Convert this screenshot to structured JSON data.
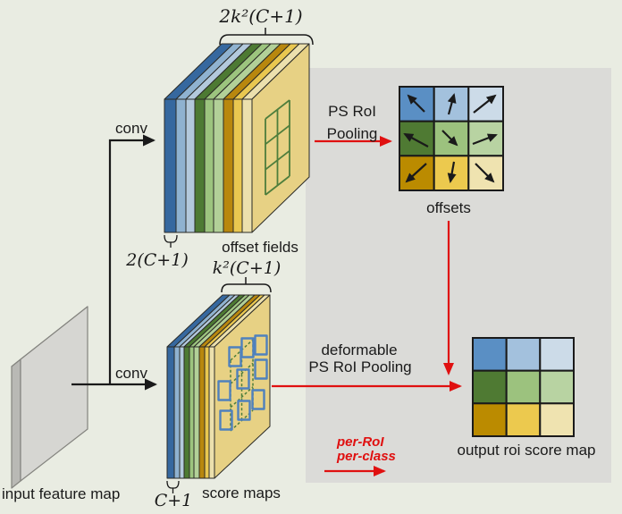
{
  "labels": {
    "top_stack_channels": "2k²(C+1)",
    "offset_fields": "offset fields",
    "offset_depth": "2(C+1)",
    "score_channels": "k²(C+1)",
    "score_maps": "score maps",
    "score_depth": "C+1",
    "input_feature_map": "input feature map",
    "conv_top": "conv",
    "conv_bottom": "conv",
    "ps_roi_line1": "PS RoI",
    "ps_roi_line2": "Pooling",
    "offsets": "offsets",
    "deformable_line1": "deformable",
    "deformable_line2": "PS RoI Pooling",
    "per_roi": "per-RoI",
    "per_class": "per-class",
    "output_map": "output roi score map"
  },
  "colors": {
    "background": "#e9ece2",
    "panel": "#dbdbd8",
    "red": "#e01010",
    "black": "#1a1a1a",
    "outline": "#2a2a26",
    "stack_face": "#e7d184",
    "grid_green": "#4e7e3c",
    "bin_blue": "#4f81bd",
    "slab_face": "#d6d6d2",
    "slab_side": "#b9b9b5",
    "slab_top": "#c9c9c5",
    "layers": [
      "#36689f",
      "#8fb2d0",
      "#b3c9dc",
      "#4d7a33",
      "#9cc47e",
      "#b2d098",
      "#b8870e",
      "#e9c750",
      "#ece0ad"
    ],
    "cells": [
      "#5a8fc4",
      "#a3c1dd",
      "#ccdbe8",
      "#4f7a33",
      "#9cc27e",
      "#b8d3a2",
      "#bb8b00",
      "#ecc94e",
      "#efe3b0"
    ]
  },
  "offsets_arrow_directions": [
    "up-left",
    "up",
    "up-right",
    "left",
    "down-right",
    "right",
    "down-left",
    "down",
    "down-right"
  ]
}
